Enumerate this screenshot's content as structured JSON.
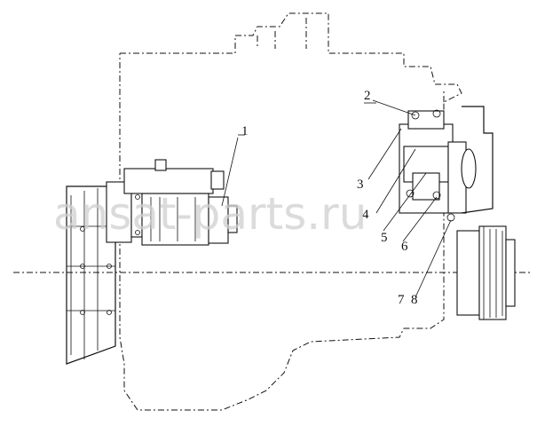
{
  "diagram": {
    "callouts": [
      {
        "id": "1",
        "text": "1"
      },
      {
        "id": "2",
        "text": "2"
      },
      {
        "id": "3",
        "text": "3"
      },
      {
        "id": "4",
        "text": "4"
      },
      {
        "id": "5",
        "text": "5"
      },
      {
        "id": "6",
        "text": "6"
      },
      {
        "id": "7",
        "text": "7"
      },
      {
        "id": "8",
        "text": "8"
      }
    ]
  },
  "watermark": {
    "text": "ansat-parts.ru"
  }
}
